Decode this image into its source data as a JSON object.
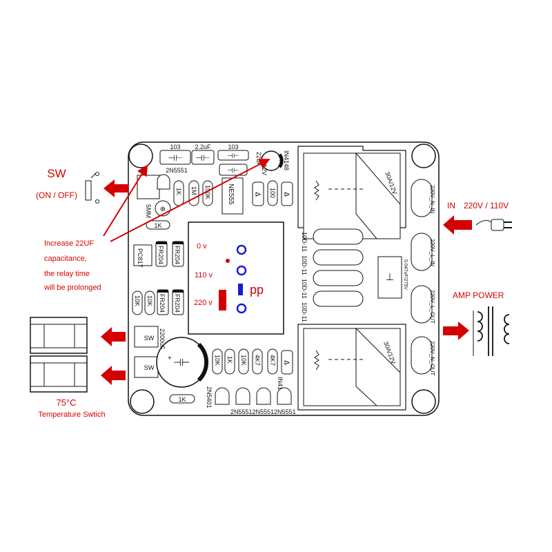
{
  "annotations": {
    "sw_title": "SW",
    "sw_subtitle": "(ON / OFF)",
    "note_line1": "Increase 22UF",
    "note_line2": "capacitance,",
    "note_line3": "the relay time",
    "note_line4": "will be prolonged",
    "in_label": "IN",
    "in_voltage": "220V / 110V",
    "amp_power": "AMP  POWER",
    "temp_value": "75°C",
    "temp_label": "Temperature Swtich",
    "v0": "0 v",
    "v110": "110 v",
    "v220": "220 v",
    "pp": "pp"
  },
  "components": {
    "cap_103_a": "103",
    "cap_22uf_top": "2.2uF",
    "cap_103_b": "103",
    "cap_22uf": "22uF",
    "v12": "12V",
    "in4148_top": "IN4148",
    "t2n5551_top": "2N5551",
    "r1k_a": "1K",
    "r1m": "1M",
    "r100k": "100K",
    "ne555": "NE555",
    "r100": "100",
    "led_5mm": "5MM",
    "r1k_b": "1K",
    "pc817": "PC817",
    "fr204_a": "FR204",
    "fr204_b": "FR204",
    "fr204_c": "FR204",
    "fr204_d": "FR204",
    "r10k_a": "10K",
    "r10k_b": "10K",
    "sw_a": "SW",
    "sw_b": "SW",
    "cap_2200uf": "2200uF",
    "r1k_c": "1K",
    "r10k_c": "10K",
    "r1k_d": "1K",
    "r10k_d": "10K",
    "r4k7_a": "4K7",
    "r4k7_b": "4K7",
    "in4148_bot": "IN4148",
    "t2n5401": "2N5401",
    "t_bottom_row": "2N55512N55512N5551",
    "varistors": [
      "10D-11",
      "10D-11",
      "10D-11",
      "10D-11"
    ],
    "cap_047": "0.047uF/275V",
    "relay_top": "30A/12V",
    "relay_bot": "30A/12V",
    "t_n_in": "220V_N_IN",
    "t_l_in": "220V_L_IN",
    "t_l_out": "220V_L_OUT",
    "t_n_out": "220V_N_OUT"
  },
  "colors": {
    "annotation": "#d40000",
    "jumper_pads": "#1a1ad0",
    "outline": "#111111"
  }
}
